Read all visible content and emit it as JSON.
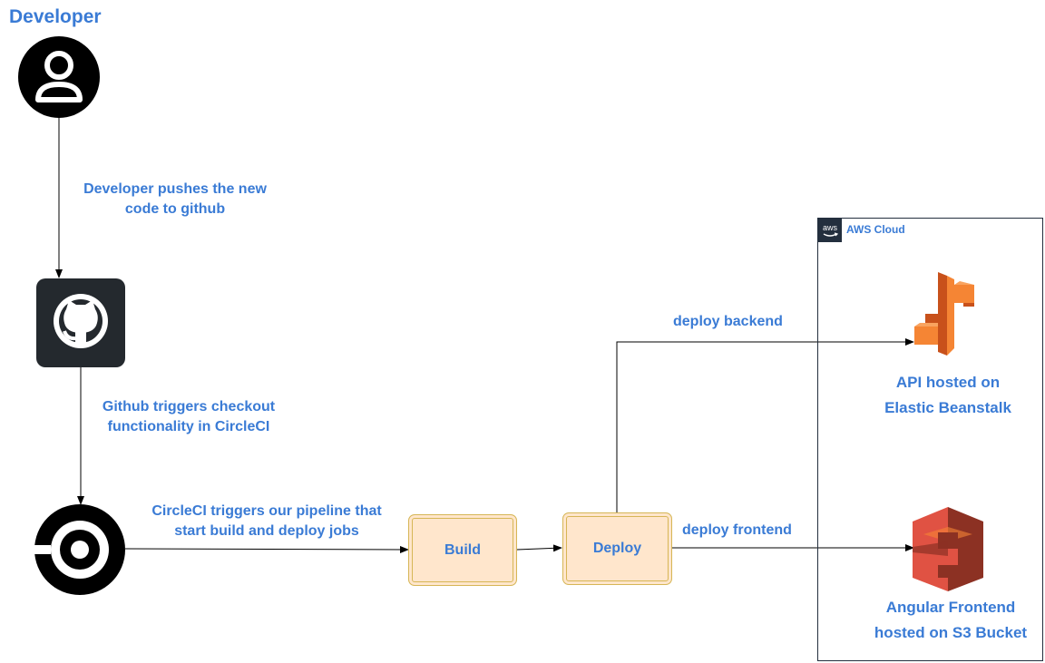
{
  "developer": {
    "title": "Developer"
  },
  "edges": {
    "push": [
      "Developer pushes the new",
      "code to github"
    ],
    "checkout": [
      "Github triggers checkout",
      "functionality in CircleCI"
    ],
    "pipeline": [
      "CircleCI triggers our pipeline that",
      "start build and deploy jobs"
    ],
    "deploy_backend": "deploy backend",
    "deploy_frontend": "deploy frontend"
  },
  "jobs": {
    "build": "Build",
    "deploy": "Deploy"
  },
  "aws": {
    "group_label": "AWS Cloud",
    "badge_text": "aws",
    "backend": [
      "API hosted on",
      "Elastic Beanstalk"
    ],
    "frontend": [
      "Angular Frontend",
      "hosted on S3 Bucket"
    ]
  },
  "colors": {
    "label_blue": "#3a7bd5",
    "job_fill": "#ffe6cc",
    "job_border": "#d6b656",
    "github_dark": "#24292e",
    "beanstalk_orange": "#f58534",
    "s3_red": "#e05243"
  },
  "icons": [
    "user-icon",
    "github-icon",
    "circleci-icon",
    "aws-logo-icon",
    "elastic-beanstalk-icon",
    "s3-bucket-icon"
  ]
}
